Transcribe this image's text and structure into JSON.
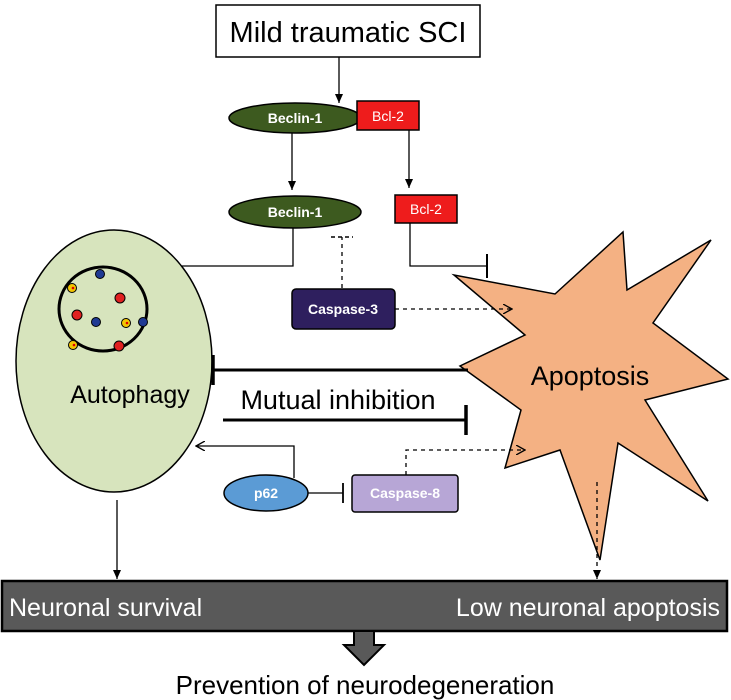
{
  "top_box": "Mild traumatic SCI",
  "nodes": {
    "beclin1_top": "Beclin-1",
    "bcl2_top": "Bcl-2",
    "beclin1_mid": "Beclin-1",
    "bcl2_mid": "Bcl-2",
    "caspase3": "Caspase-3",
    "p62": "p62",
    "caspase8": "Caspase-8"
  },
  "autophagy": "Autophagy",
  "apoptosis": "Apoptosis",
  "mutual_inhibition": "Mutual inhibition",
  "bottom_bar": {
    "left": "Neuronal survival",
    "right": "Low neuronal apoptosis"
  },
  "outcome": "Prevention of neurodegeneration",
  "colors": {
    "beclin_fill": "#3d5a1f",
    "bcl2_fill": "#ee1c1c",
    "caspase3_fill": "#2e1f5e",
    "caspase8_fill": "#b7a6d6",
    "p62_fill": "#5b9bd5",
    "autophagy_fill": "#d7e4bd",
    "apoptosis_fill": "#f4b183",
    "bar_fill": "#595959"
  }
}
